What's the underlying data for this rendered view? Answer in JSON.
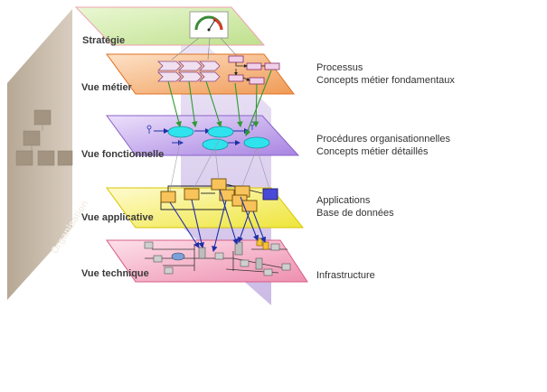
{
  "organisation_label": "Organisation",
  "layers": [
    {
      "id": "strategie",
      "label": "Stratégie",
      "desc1": "",
      "desc2": ""
    },
    {
      "id": "metier",
      "label": "Vue métier",
      "desc1": "Processus",
      "desc2": "Concepts métier fondamentaux"
    },
    {
      "id": "fonctionnelle",
      "label": "Vue fonctionnelle",
      "desc1": "Procédures organisationnelles",
      "desc2": "Concepts métier détaillés"
    },
    {
      "id": "applicative",
      "label": "Vue applicative",
      "desc1": "Applications",
      "desc2": "Base de données"
    },
    {
      "id": "technique",
      "label": "Vue technique",
      "desc1": "Infrastructure",
      "desc2": ""
    }
  ],
  "colors": {
    "strategie": "#d9efb6",
    "metier": "#f7c190",
    "fonctionnelle": "#c9b2ef",
    "applicative": "#f5f070",
    "technique": "#f7b6cc",
    "organisation_wall": "#c8b9a8",
    "vertical_plane": "#cdb6e6",
    "arrow_green": "#2f9a2f",
    "arrow_blue": "#1f2fa8",
    "ellipse": "#2fe3ee",
    "app_box": "#f8c35a",
    "db_box": "#4a4ad8"
  }
}
